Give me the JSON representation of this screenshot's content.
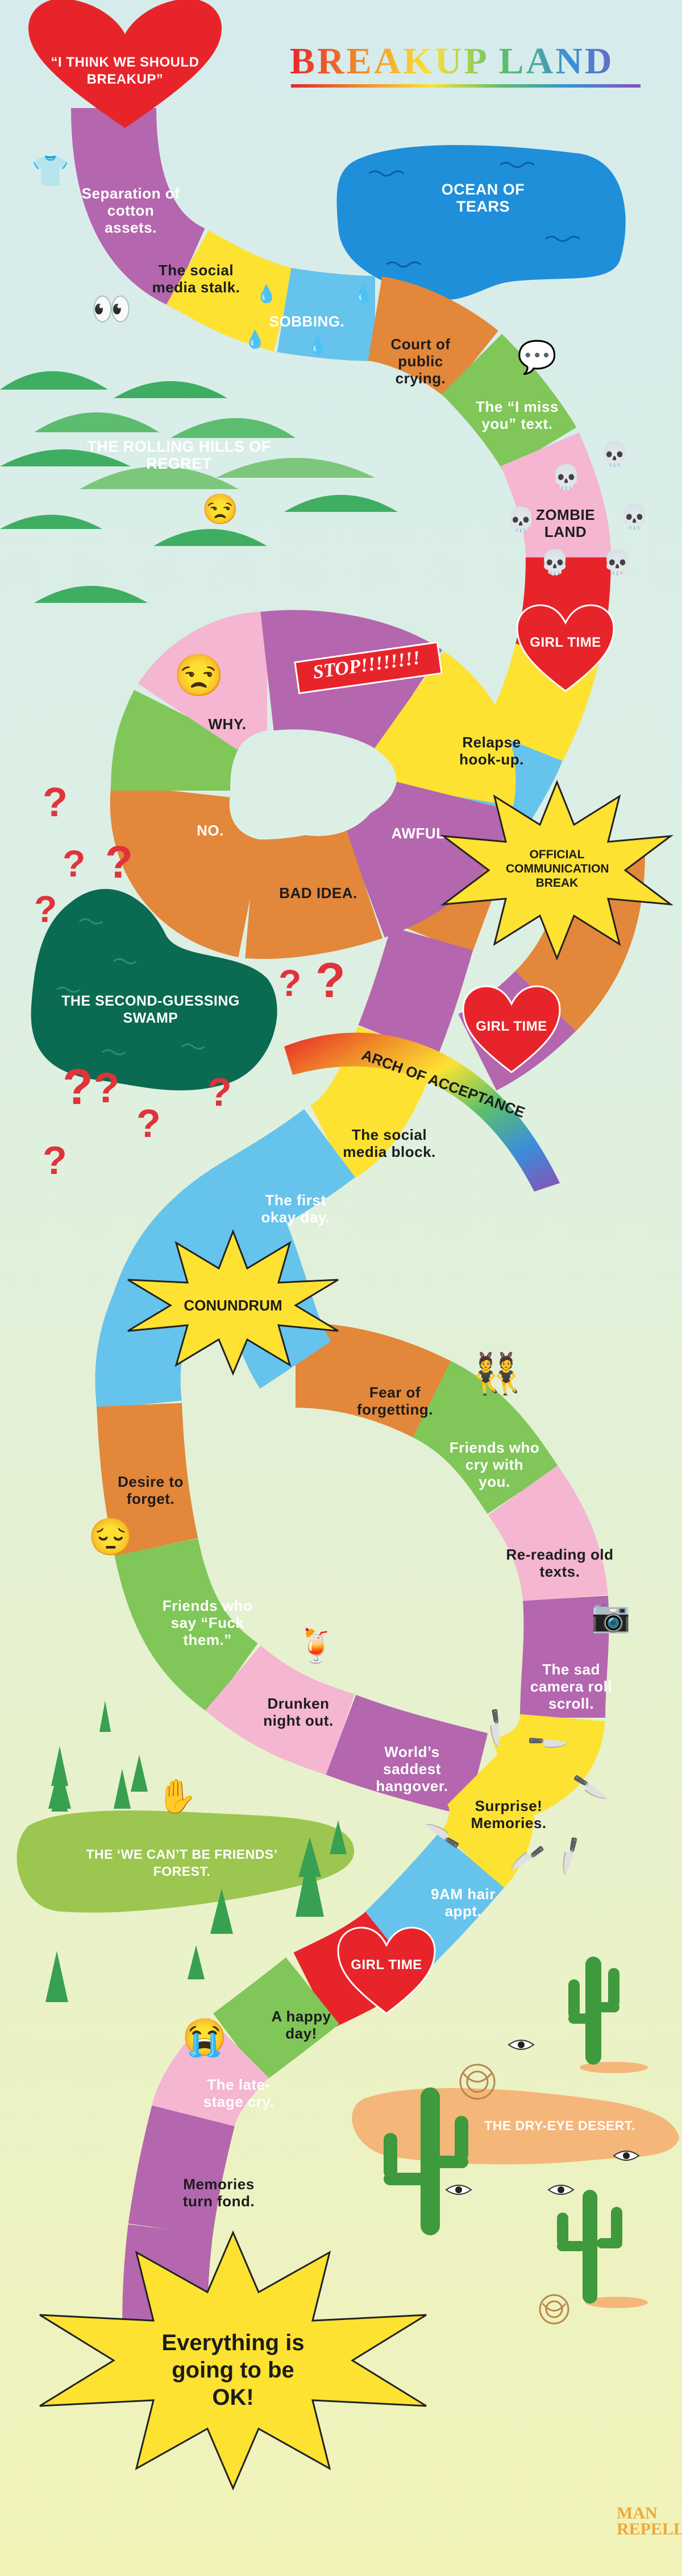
{
  "title": "BREAKUP LAND",
  "start": "“I THINK WE SHOULD BREAKUP”",
  "regions": {
    "ocean": "OCEAN OF TEARS",
    "hills": "THE ROLLING HILLS OF REGRET",
    "swamp": "THE SECOND-GUESSING SWAMP",
    "arch": "ARCH OF ACCEPTANCE",
    "forest": "THE ‘WE CAN’T BE FRIENDS’ FOREST.",
    "desert": "THE DRY-EYE DESERT."
  },
  "stop": "STOP!!!!!!!!",
  "spaces": {
    "cotton": "Separation of cotton assets.",
    "stalk": "The social media stalk.",
    "sobbing": "SOBBING.",
    "court": "Court of public crying.",
    "miss": "The “I miss you” text.",
    "zombie": "ZOMBIE LAND",
    "girl1": "GIRL TIME",
    "relapse": "Relapse hook-up.",
    "awful": "AWFUL.",
    "badidea": "BAD IDEA.",
    "no": "NO.",
    "why": "WHY.",
    "official": "OFFICIAL COMMUNICATION BREAK",
    "girl2": "GIRL TIME",
    "block": "The social media block.",
    "okay": "The first okay day.",
    "conundrum": "CONUNDRUM",
    "fear": "Fear of forgetting.",
    "cry": "Friends who cry with you.",
    "reread": "Re-reading old texts.",
    "camera": "The sad camera roll scroll.",
    "surprise": "Surprise! Memories.",
    "hangover": "World’s saddest hangover.",
    "drunken": "Drunken night out.",
    "fuck": "Friends who say “Fuck them.”",
    "desire": "Desire to forget.",
    "hair": "9AM hair appt.",
    "girl3": "GIRL TIME",
    "happy": "A happy day!",
    "latecry": "The late-stage cry.",
    "fond": "Memories turn fond."
  },
  "finish": "Everything is going to be OK!",
  "logo": "MAN REPELLER",
  "colors": {
    "purple": "#b466ae",
    "yellow": "#fde232",
    "blue": "#66c3ec",
    "orange": "#e3873a",
    "green": "#80c659",
    "pink": "#f4b6d1",
    "red": "#e8242b",
    "ocean": "#1f8fd9",
    "swamp": "#0a6b52"
  }
}
